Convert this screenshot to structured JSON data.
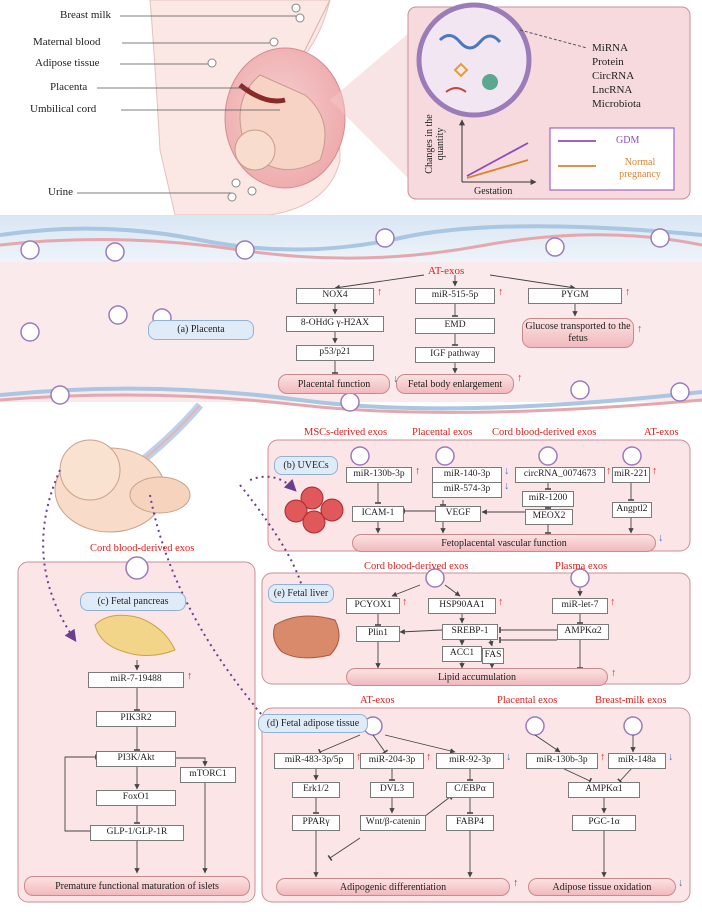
{
  "top": {
    "body_labels": [
      "Breast milk",
      "Maternal blood",
      "Adipose tissue",
      "Placenta",
      "Umbilical cord",
      "Urine"
    ],
    "cargo": [
      "MiRNA",
      "Protein",
      "CircRNA",
      "LncRNA",
      "Microbiota"
    ],
    "chart_ylabel": "Changes in the quantity",
    "chart_xlabel": "Gestation",
    "legend": [
      "GDM",
      "Normal pregnancy"
    ]
  },
  "placenta": {
    "source": "AT-exos",
    "region_label": "(a) Placenta",
    "col1": [
      "NOX4",
      "8-OHdG γ-H2AX",
      "p53/p21"
    ],
    "col2": [
      "miR-515-5p",
      "EMD",
      "IGF pathway"
    ],
    "col3": [
      "PYGM"
    ],
    "outcomes": [
      "Placental function",
      "Fetal body enlargement",
      "Glucose transported to the fetus"
    ]
  },
  "uvecs": {
    "sources": [
      "MSCs-derived exos",
      "Placental exos",
      "Cord blood-derived exos",
      "AT-exos"
    ],
    "region_label": "(b) UVECs",
    "nodes": [
      "miR-130b-3p",
      "miR-140-3p",
      "miR-574-3p",
      "circRNA_0074673",
      "miR-221",
      "miR-1200",
      "ICAM-1",
      "VEGF",
      "MEOX2",
      "Angptl2"
    ],
    "outcome": "Fetoplacental vascular function"
  },
  "pancreas": {
    "source": "Cord blood-derived exos",
    "region_label": "(c) Fetal pancreas",
    "nodes": [
      "miR-7-19488",
      "PIK3R2",
      "PI3K/Akt",
      "FoxO1",
      "mTORC1",
      "GLP-1/GLP-1R"
    ],
    "outcome": "Premature functional maturation of islets"
  },
  "liver": {
    "sources": [
      "Cord blood-derived exos",
      "Plasma exos"
    ],
    "region_label": "(e) Fetal liver",
    "nodes": [
      "PCYOX1",
      "HSP90AA1",
      "miR-let-7",
      "Plin1",
      "SREBP-1",
      "AMPKα2",
      "ACC1",
      "FAS"
    ],
    "outcome": "Lipid accumulation"
  },
  "adipose": {
    "sources": [
      "AT-exos",
      "Placental exos",
      "Breast-milk exos"
    ],
    "region_label": "(d) Fetal adipose tissue",
    "nodes": [
      "miR-483-3p/5p",
      "miR-204-3p",
      "miR-92-3p",
      "miR-130b-3p",
      "miR-148a",
      "Erk1/2",
      "DVL3",
      "C/EBPα",
      "AMPKα1",
      "PPARγ",
      "Wnt/β-catenin",
      "FABP4",
      "PGC-1α"
    ],
    "outcomes": [
      "Adipogenic differentiation",
      "Adipose tissue oxidation"
    ]
  },
  "colors": {
    "up": "#d9211e",
    "down": "#3b6fb6",
    "panel": "#fbe5e7",
    "label": "#dfecf8"
  }
}
